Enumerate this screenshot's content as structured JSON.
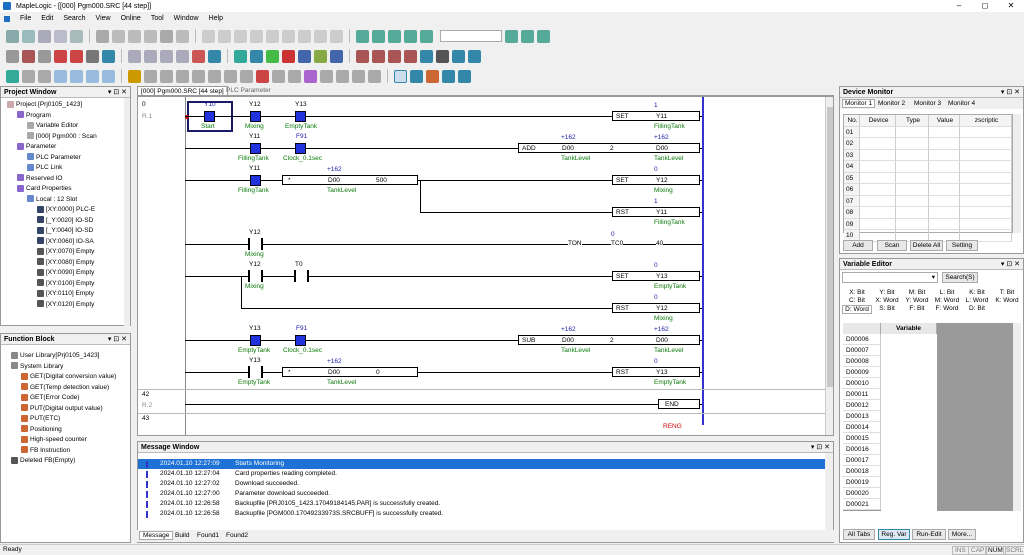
{
  "app": {
    "title": "MapleLogic - [[000] Pgm000.SRC [44 step]]"
  },
  "menu": [
    "File",
    "Edit",
    "Search",
    "View",
    "Online",
    "Tool",
    "Window",
    "Help"
  ],
  "project": {
    "title": "Project Window",
    "items": [
      {
        "t": "Project [Prj0105_1423]",
        "d": 1,
        "c": "#caa"
      },
      {
        "t": "Program",
        "d": 2,
        "c": "#86c"
      },
      {
        "t": "Variable Editor",
        "d": 3,
        "c": "#aaa"
      },
      {
        "t": "[000] Pgm000 : Scan",
        "d": 3,
        "c": "#aaa"
      },
      {
        "t": "Parameter",
        "d": 2,
        "c": "#86c"
      },
      {
        "t": "PLC Parameter",
        "d": 3,
        "c": "#68c"
      },
      {
        "t": "PLC Link",
        "d": 3,
        "c": "#68c"
      },
      {
        "t": "Reserved IO",
        "d": 2,
        "c": "#86c"
      },
      {
        "t": "Card Properties",
        "d": 2,
        "c": "#86c"
      },
      {
        "t": "Local : 12 Slot",
        "d": 3,
        "c": "#68c"
      },
      {
        "t": "[XY:0000] PLC-E",
        "d": 4,
        "c": "#346"
      },
      {
        "t": "[_Y:0020] IO-SD",
        "d": 4,
        "c": "#346"
      },
      {
        "t": "[_Y:0040] IO-SD",
        "d": 4,
        "c": "#346"
      },
      {
        "t": "[XY:0060] IO-SA",
        "d": 4,
        "c": "#346"
      },
      {
        "t": "[XY:0070] Empty",
        "d": 4,
        "c": "#555"
      },
      {
        "t": "[XY:0080] Empty",
        "d": 4,
        "c": "#555"
      },
      {
        "t": "[XY:0090] Empty",
        "d": 4,
        "c": "#555"
      },
      {
        "t": "[XY:0100] Empty",
        "d": 4,
        "c": "#555"
      },
      {
        "t": "[XY:0110] Empty",
        "d": 4,
        "c": "#555"
      },
      {
        "t": "[XY:0120] Empty",
        "d": 4,
        "c": "#555"
      }
    ]
  },
  "function_block": {
    "title": "Function Block",
    "items": [
      {
        "t": "User Library[Prj0105_1423]",
        "d": 1,
        "c": "#888"
      },
      {
        "t": "System Library",
        "d": 1,
        "c": "#888"
      },
      {
        "t": "GET(Digital conversion value)",
        "d": 2,
        "c": "#c63"
      },
      {
        "t": "GET(Temp detection value)",
        "d": 2,
        "c": "#c63"
      },
      {
        "t": "GET(Error Code)",
        "d": 2,
        "c": "#c63"
      },
      {
        "t": "PUT(Digital output value)",
        "d": 2,
        "c": "#c63"
      },
      {
        "t": "PUT(ETC)",
        "d": 2,
        "c": "#c63"
      },
      {
        "t": "Positioning",
        "d": 2,
        "c": "#c63"
      },
      {
        "t": "High-speed counter",
        "d": 2,
        "c": "#c63"
      },
      {
        "t": "FB Instruction",
        "d": 2,
        "c": "#c63"
      },
      {
        "t": "Deleted FB(Empty)",
        "d": 1,
        "c": "#555"
      }
    ]
  },
  "editor": {
    "tab1": "[000] Pgm000.SRC [44 step]",
    "tab2": "PLC Parameter",
    "rungs": {
      "r0": "0",
      "r1": "R.1",
      "r42": "42",
      "r2": "R.2",
      "r43": "43"
    },
    "labels": {
      "y10": "Y10",
      "start": "Start",
      "y12a": "Y12",
      "mixing_a": "Mixing",
      "y13a": "Y13",
      "emptytank_a": "EmptyTank",
      "set1": "SET",
      "one1": "1",
      "y11a": "Y11",
      "fillingtank1": "FillingTank",
      "y11b": "Y11",
      "f91a": "F91",
      "fillingtank2": "FillingTank",
      "clock1": "Clock_0.1sec",
      "add": "ADD",
      "p162a": "+162",
      "d00a": "D00",
      "two1": "2",
      "tanklevel1": "TankLevel",
      "p162b": "+162",
      "d00b": "D00",
      "tanklevel2": "TankLevel",
      "y11c": "Y11",
      "fillingtank3": "FillingTank",
      "star1": "*",
      "p162c": "+162",
      "d00c": "D00",
      "v500": "500",
      "tanklevel3": "TankLevel",
      "set2": "SET",
      "zero1": "0",
      "y12b": "Y12",
      "mixing_b": "Mixing",
      "rst1": "RST",
      "one2": "1",
      "y11d": "Y11",
      "fillingtank4": "FillingTank",
      "y12c": "Y12",
      "mixing_c": "Mixing",
      "ton": "TON",
      "zero2": "0",
      "tc0": "TC0",
      "v40": "40",
      "y12d": "Y12",
      "t0": "T0",
      "mixing_d": "Mixing",
      "set3": "SET",
      "zero3": "0",
      "y13b": "Y13",
      "emptytank_b": "EmptyTank",
      "rst2": "RST",
      "zero4": "0",
      "y12e": "Y12",
      "mixing_e": "Mixing",
      "y13c": "Y13",
      "f91b": "F91",
      "emptytank_c": "EmptyTank",
      "clock2": "Clock_0.1sec",
      "sub": "SUB",
      "p162d": "+162",
      "d00d": "D00",
      "two2": "2",
      "tanklevel4": "TankLevel",
      "p162e": "+162",
      "d00e": "D00",
      "tanklevel5": "TankLevel",
      "y13d": "Y13",
      "emptytank_d": "EmptyTank",
      "star2": "*",
      "p162f": "+162",
      "d00f": "D00",
      "v0": "0",
      "tanklevel6": "TankLevel",
      "rst3": "RST",
      "zero5": "0",
      "y13e": "Y13",
      "emptytank_e": "EmptyTank",
      "end": "END",
      "rend": "RENG"
    }
  },
  "device_monitor": {
    "title": "Device Monitor",
    "tabs": [
      "Monitor 1",
      "Monitor 2",
      "Monitor 3",
      "Monitor 4"
    ],
    "columns": [
      "No.",
      "Device",
      "Type",
      "Value",
      "zscriptic"
    ],
    "rows": [
      "01",
      "02",
      "03",
      "04",
      "05",
      "06",
      "07",
      "08",
      "09",
      "10"
    ],
    "buttons": [
      "Add",
      "Scan",
      "Delete All",
      "Setting"
    ]
  },
  "variable_editor": {
    "title": "Variable Editor",
    "search": "Search(S)",
    "types": [
      "X: Bit",
      "Y: Bit",
      "M: Bit",
      "L: Bit",
      "K: Bit",
      "T: Bit",
      "C: Bit",
      "X: Word",
      "Y: Word",
      "M: Word",
      "L: Word",
      "K: Word",
      "D: Word",
      "S: Bit",
      "F: Bit",
      "F: Word",
      "D: Bit"
    ],
    "header": "Variable",
    "rows": [
      "D00006",
      "D00007",
      "D00008",
      "D00009",
      "D00010",
      "D00011",
      "D00012",
      "D00013",
      "D00014",
      "D00015",
      "D00016",
      "D00017",
      "D00018",
      "D00019",
      "D00020",
      "D00021"
    ],
    "buttons": [
      "All Tabs",
      "Reg. Var",
      "Run-Edit",
      "More..."
    ]
  },
  "message": {
    "title": "Message Window",
    "rows": [
      {
        "d": "2024.01.10 12:27:09",
        "m": "Starts Monitoring"
      },
      {
        "d": "2024.01.10 12:27:04",
        "m": "Card properties reading completed."
      },
      {
        "d": "2024.01.10 12:27:02",
        "m": "Download succeeded."
      },
      {
        "d": "2024.01.10 12:27:00",
        "m": "Parameter download succeeded."
      },
      {
        "d": "2024.01.10 12:26:58",
        "m": "Backupfile [PRJ0105_1423.17049184145.PAR] is successfully created."
      },
      {
        "d": "2024.01.10 12:26:58",
        "m": "Backupfile [PGM000.17049233973S.SRCBUFF] is successfully created."
      }
    ],
    "tabs": [
      "Message",
      "Build",
      "Found1",
      "Found2"
    ]
  },
  "status": {
    "left": "Ready",
    "right": [
      "INS",
      "CAP",
      "NUM",
      "SCRL"
    ]
  }
}
